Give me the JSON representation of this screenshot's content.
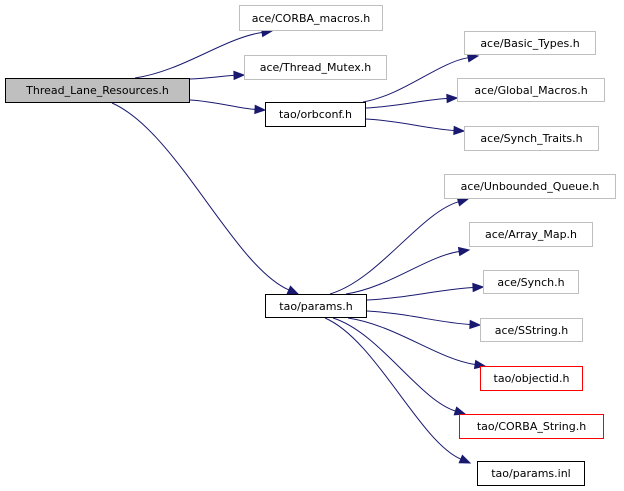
{
  "diagram": {
    "title": "Thread_Lane_Resources.h include dependency graph",
    "edge_color": "#191970",
    "node_styles": {
      "root": {
        "fill": "#bfbfbf",
        "border": "#000000"
      },
      "local": {
        "fill": "#ffffff",
        "border": "#000000"
      },
      "external": {
        "fill": "#ffffff",
        "border": "#bfbfbf"
      },
      "undocumented": {
        "fill": "#ffffff",
        "border": "#ff0000"
      }
    },
    "nodes": [
      {
        "id": "root",
        "label": "Thread_Lane_Resources.h",
        "style": "root"
      },
      {
        "id": "corba_macros",
        "label": "ace/CORBA_macros.h",
        "style": "external"
      },
      {
        "id": "thread_mutex",
        "label": "ace/Thread_Mutex.h",
        "style": "external"
      },
      {
        "id": "orbconf",
        "label": "tao/orbconf.h",
        "style": "local"
      },
      {
        "id": "basic_types",
        "label": "ace/Basic_Types.h",
        "style": "external"
      },
      {
        "id": "global_macros",
        "label": "ace/Global_Macros.h",
        "style": "external"
      },
      {
        "id": "synch_traits",
        "label": "ace/Synch_Traits.h",
        "style": "external"
      },
      {
        "id": "params",
        "label": "tao/params.h",
        "style": "local"
      },
      {
        "id": "unbounded_queue",
        "label": "ace/Unbounded_Queue.h",
        "style": "external"
      },
      {
        "id": "array_map",
        "label": "ace/Array_Map.h",
        "style": "external"
      },
      {
        "id": "synch",
        "label": "ace/Synch.h",
        "style": "external"
      },
      {
        "id": "sstring",
        "label": "ace/SString.h",
        "style": "external"
      },
      {
        "id": "objectid",
        "label": "tao/objectid.h",
        "style": "undocumented"
      },
      {
        "id": "corba_string",
        "label": "tao/CORBA_String.h",
        "style": "undocumented"
      },
      {
        "id": "params_inl",
        "label": "tao/params.inl",
        "style": "local"
      }
    ],
    "edges": [
      {
        "from": "root",
        "to": "corba_macros"
      },
      {
        "from": "root",
        "to": "thread_mutex"
      },
      {
        "from": "root",
        "to": "orbconf"
      },
      {
        "from": "root",
        "to": "params"
      },
      {
        "from": "orbconf",
        "to": "basic_types"
      },
      {
        "from": "orbconf",
        "to": "global_macros"
      },
      {
        "from": "orbconf",
        "to": "synch_traits"
      },
      {
        "from": "params",
        "to": "unbounded_queue"
      },
      {
        "from": "params",
        "to": "array_map"
      },
      {
        "from": "params",
        "to": "synch"
      },
      {
        "from": "params",
        "to": "sstring"
      },
      {
        "from": "params",
        "to": "objectid"
      },
      {
        "from": "params",
        "to": "corba_string"
      },
      {
        "from": "params",
        "to": "params_inl"
      }
    ]
  }
}
